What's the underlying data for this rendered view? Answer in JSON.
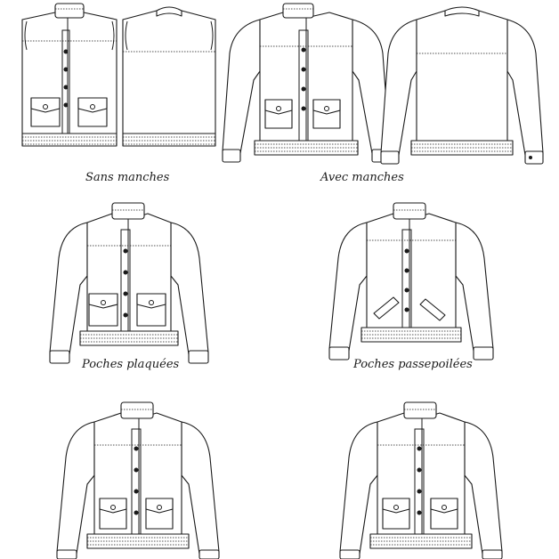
{
  "captions": {
    "sleeveless": "Sans manches",
    "with_sleeves": "Avec manches",
    "patch_pockets": "Poches plaquées",
    "welt_pockets": "Poches passepoilées"
  },
  "colors": {
    "ink": "#1a1a1a",
    "paper": "#ffffff"
  }
}
